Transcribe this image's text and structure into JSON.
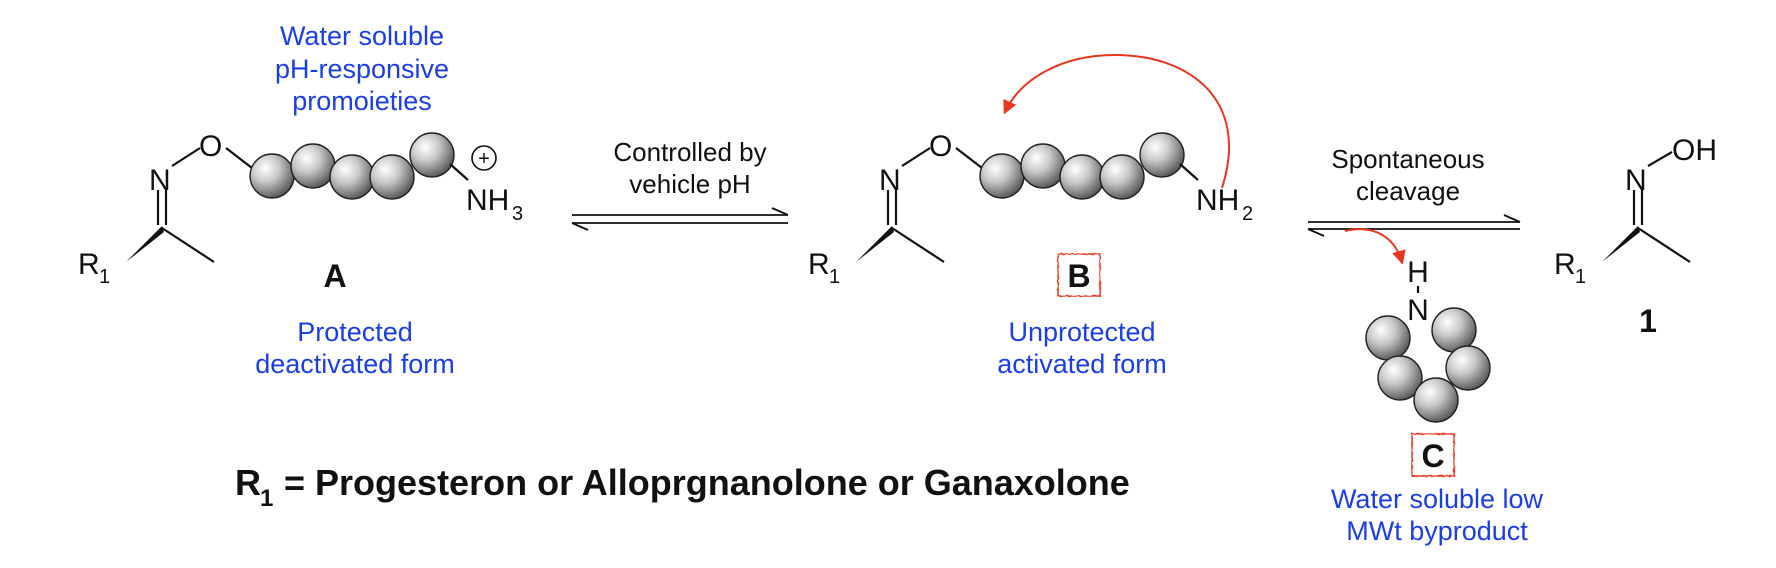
{
  "compound_A": {
    "label": "A",
    "annotation_top": [
      "Water soluble",
      "pH-responsive",
      "promoieties"
    ],
    "annotation_bottom": [
      "Protected",
      "deactivated form"
    ],
    "atoms": {
      "N": "N",
      "O": "O",
      "R": "R",
      "R_sub": "1",
      "amine": "NH",
      "amine_sub": "3",
      "charge": "+"
    }
  },
  "step_1": {
    "condition": [
      "Controlled by",
      "vehicle pH"
    ]
  },
  "compound_B": {
    "label": "B",
    "annotation_bottom": [
      "Unprotected",
      "activated form"
    ],
    "atoms": {
      "N": "N",
      "O": "O",
      "R": "R",
      "R_sub": "1",
      "amine": "NH",
      "amine_sub": "2"
    }
  },
  "step_2": {
    "condition": [
      "Spontaneous",
      "cleavage"
    ]
  },
  "compound_C": {
    "label": "C",
    "annotation_bottom": [
      "Water soluble low",
      "MWt byproduct"
    ],
    "atoms": {
      "H": "H",
      "N": "N"
    }
  },
  "compound_1": {
    "label": "1",
    "atoms": {
      "N": "N",
      "OH": "OH",
      "R": "R",
      "R_sub": "1"
    }
  },
  "r1_definition": {
    "prefix": "R",
    "sub": "1",
    "text": " = Progesteron or Alloprgnanolone or Ganaxolone"
  },
  "colors": {
    "annotation": "#1a3ee8",
    "curved_arrow": "#e8361f",
    "ink": "#111111"
  }
}
